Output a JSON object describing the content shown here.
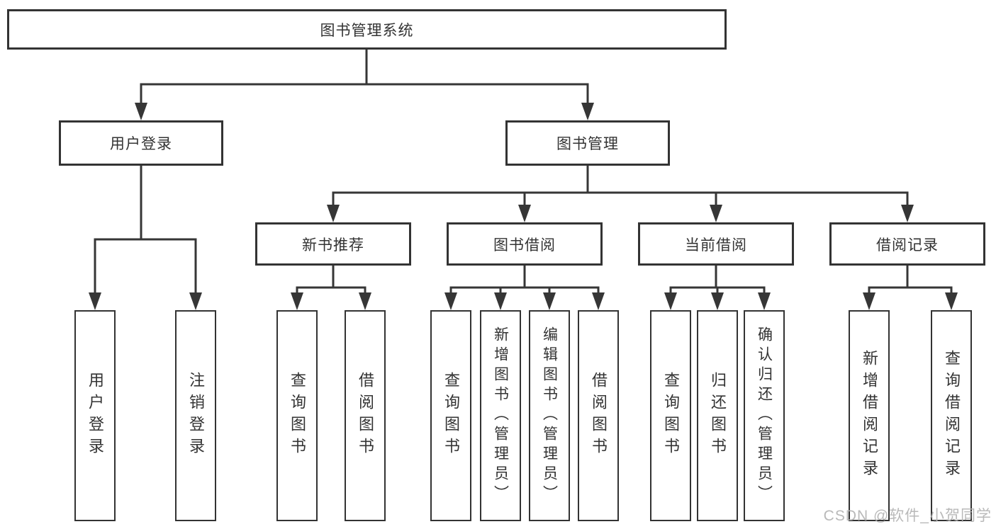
{
  "watermark": "CSDN @软件_小贺同学",
  "colors": {
    "line": "#363636",
    "box_border": "#333333",
    "text": "#333333",
    "box_background": "#ffffff",
    "watermark_text": "#b2b2b2"
  },
  "diagram": {
    "root": {
      "label": "图书管理系统"
    },
    "level2": [
      {
        "label": "用户登录",
        "children": [
          {
            "label": "用户登录"
          },
          {
            "label": "注销登录"
          }
        ]
      },
      {
        "label": "图书管理",
        "children": [
          {
            "label": "新书推荐",
            "children": [
              {
                "label": "查询图书"
              },
              {
                "label": "借阅图书"
              }
            ]
          },
          {
            "label": "图书借阅",
            "children": [
              {
                "label": "查询图书"
              },
              {
                "label": "新增图书（管理员）"
              },
              {
                "label": "编辑图书（管理员）"
              },
              {
                "label": "借阅图书"
              }
            ]
          },
          {
            "label": "当前借阅",
            "children": [
              {
                "label": "查询图书"
              },
              {
                "label": "归还图书"
              },
              {
                "label": "确认归还（管理员）"
              }
            ]
          },
          {
            "label": "借阅记录",
            "children": [
              {
                "label": "新增借阅记录"
              },
              {
                "label": "查询借阅记录"
              }
            ]
          }
        ]
      }
    ]
  }
}
